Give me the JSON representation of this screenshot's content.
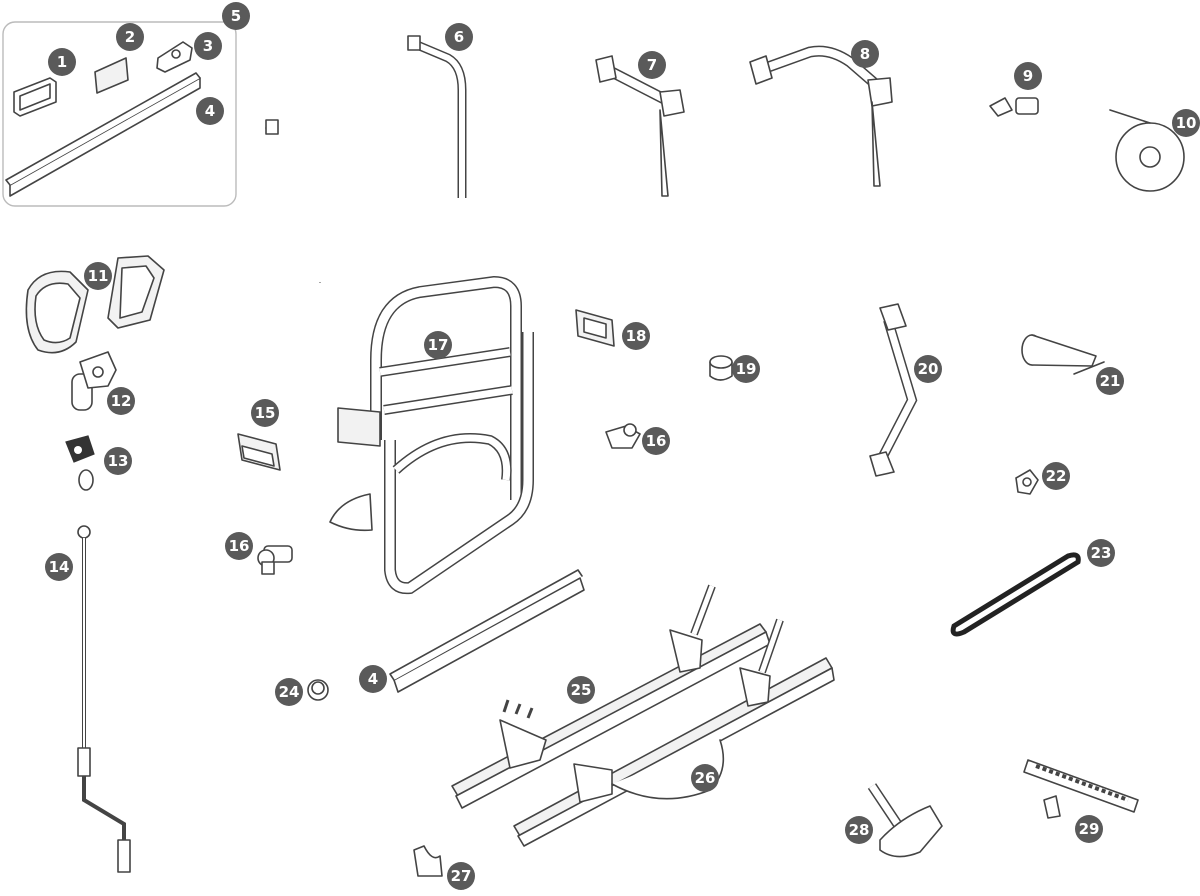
{
  "diagram": {
    "callouts": [
      "1",
      "2",
      "3",
      "4",
      "5",
      "6",
      "7",
      "8",
      "9",
      "10",
      "11",
      "12",
      "13",
      "14",
      "15",
      "16",
      "16",
      "17",
      "18",
      "19",
      "20",
      "21",
      "22",
      "23",
      "24",
      "4",
      "25",
      "26",
      "27",
      "28",
      "29"
    ]
  }
}
